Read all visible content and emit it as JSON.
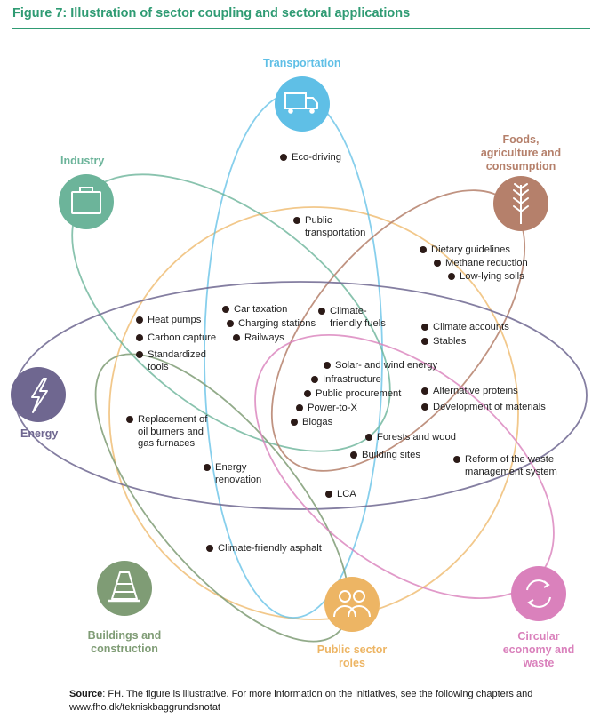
{
  "figure_title": "Figure 7: Illustration of sector coupling and sectoral applications",
  "colors": {
    "title": "#2f9b73",
    "transportation": "#5fbfe6",
    "industry": "#6cb49a",
    "foods": "#b5806b",
    "energy": "#6f6790",
    "buildings": "#7f9c75",
    "public": "#edb564",
    "circular": "#da81bc"
  },
  "categories": {
    "transportation": {
      "label": "Transportation",
      "icon": "truck-icon"
    },
    "industry": {
      "label": "Industry",
      "icon": "briefcase-icon"
    },
    "foods": {
      "line1": "Foods,",
      "line2": "agriculture and",
      "line3": "consumption",
      "icon": "wheat-icon"
    },
    "energy": {
      "label": "Energy",
      "icon": "lightning-icon"
    },
    "buildings": {
      "line1": "Buildings and",
      "line2": "construction",
      "icon": "traffic-cone-icon"
    },
    "public": {
      "line1": "Public sector",
      "line2": "roles",
      "icon": "people-icon"
    },
    "circular": {
      "line1": "Circular",
      "line2": "economy and",
      "line3": "waste",
      "icon": "recycle-icon"
    }
  },
  "items": {
    "eco_driving": "Eco-driving",
    "public_transport_1": "Public",
    "public_transport_2": "transportation",
    "dietary": "Dietary guidelines",
    "methane": "Methane reduction",
    "low_lying": "Low-lying soils",
    "car_taxation": "Car taxation",
    "charging": "Charging stations",
    "railways": "Railways",
    "climate_fuels_1": "Climate-",
    "climate_fuels_2": "friendly fuels",
    "heat_pumps": "Heat pumps",
    "carbon_capture": "Carbon capture",
    "standardized_1": "Standardized",
    "standardized_2": "tools",
    "climate_accounts": "Climate accounts",
    "stables": "Stables",
    "solar_wind": "Solar- and wind energy",
    "infrastructure": "Infrastructure",
    "procurement": "Public procurement",
    "power_to_x": "Power-to-X",
    "biogas": "Biogas",
    "alt_proteins": "Alternative proteins",
    "materials": "Development of materials",
    "oil_burners_1": "Replacement of",
    "oil_burners_2": "oil burners and",
    "oil_burners_3": "gas furnaces",
    "forests": "Forests and wood",
    "building_sites": "Building sites",
    "waste_reform_1": "Reform of the waste",
    "waste_reform_2": "management system",
    "energy_renovation_1": "Energy",
    "energy_renovation_2": "renovation",
    "lca": "LCA",
    "asphalt": "Climate-friendly asphalt"
  },
  "source": {
    "label": "Source",
    "text": ": FH. The figure is illustrative. For more information on the initiatives, see the following chapters and www.fho.dk/tekniskbaggrundsnotat"
  }
}
